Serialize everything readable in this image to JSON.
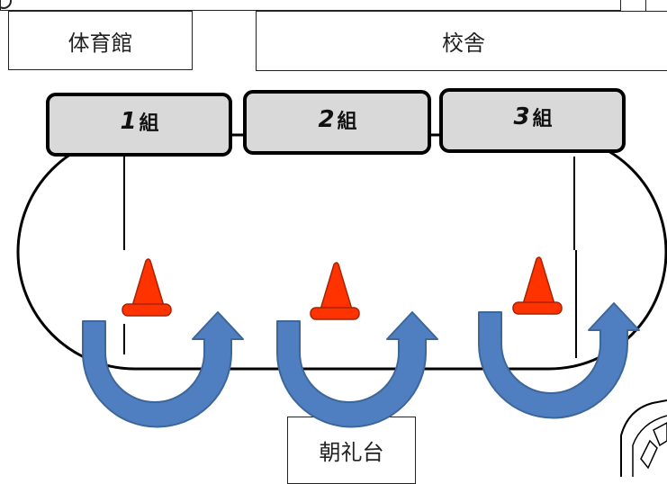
{
  "buildings": {
    "gym": "体育館",
    "school": "校舎",
    "stage": "朝礼台"
  },
  "classes": [
    {
      "num": "1",
      "suffix": "組"
    },
    {
      "num": "2",
      "suffix": "組"
    },
    {
      "num": "3",
      "suffix": "組"
    }
  ],
  "colors": {
    "label_fill": "#d9d9d9",
    "cone_fill": "#ff3300",
    "arrow_fill": "#4f7fc0",
    "arrow_stroke": "#3d6699",
    "line": "#000000"
  },
  "icons": [
    "traffic-cone-icon",
    "u-turn-arrow-icon",
    "drum-icon"
  ]
}
